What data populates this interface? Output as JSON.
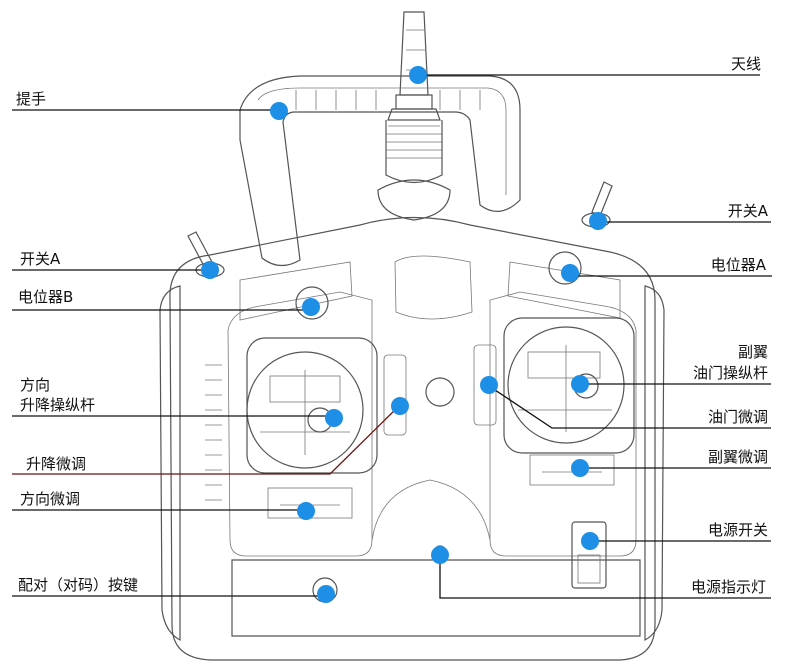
{
  "labels": {
    "antenna": "天线",
    "handle": "提手",
    "switch_a_right": "开关A",
    "switch_a_left": "开关A",
    "pot_a": "电位器A",
    "pot_b": "电位器B",
    "left_stick_line1": "方向",
    "left_stick_line2": "升降操纵杆",
    "right_stick_line1": "副翼",
    "right_stick_line2": "油门操纵杆",
    "throttle_trim": "油门微调",
    "elevator_trim": "升降微调",
    "aileron_trim": "副翼微调",
    "rudder_trim": "方向微调",
    "power_switch": "电源开关",
    "bind_button": "配对（对码）按键",
    "power_led": "电源指示灯"
  },
  "colors": {
    "marker": "#1e8fe6",
    "leader": "#111111",
    "outline": "#555555"
  }
}
